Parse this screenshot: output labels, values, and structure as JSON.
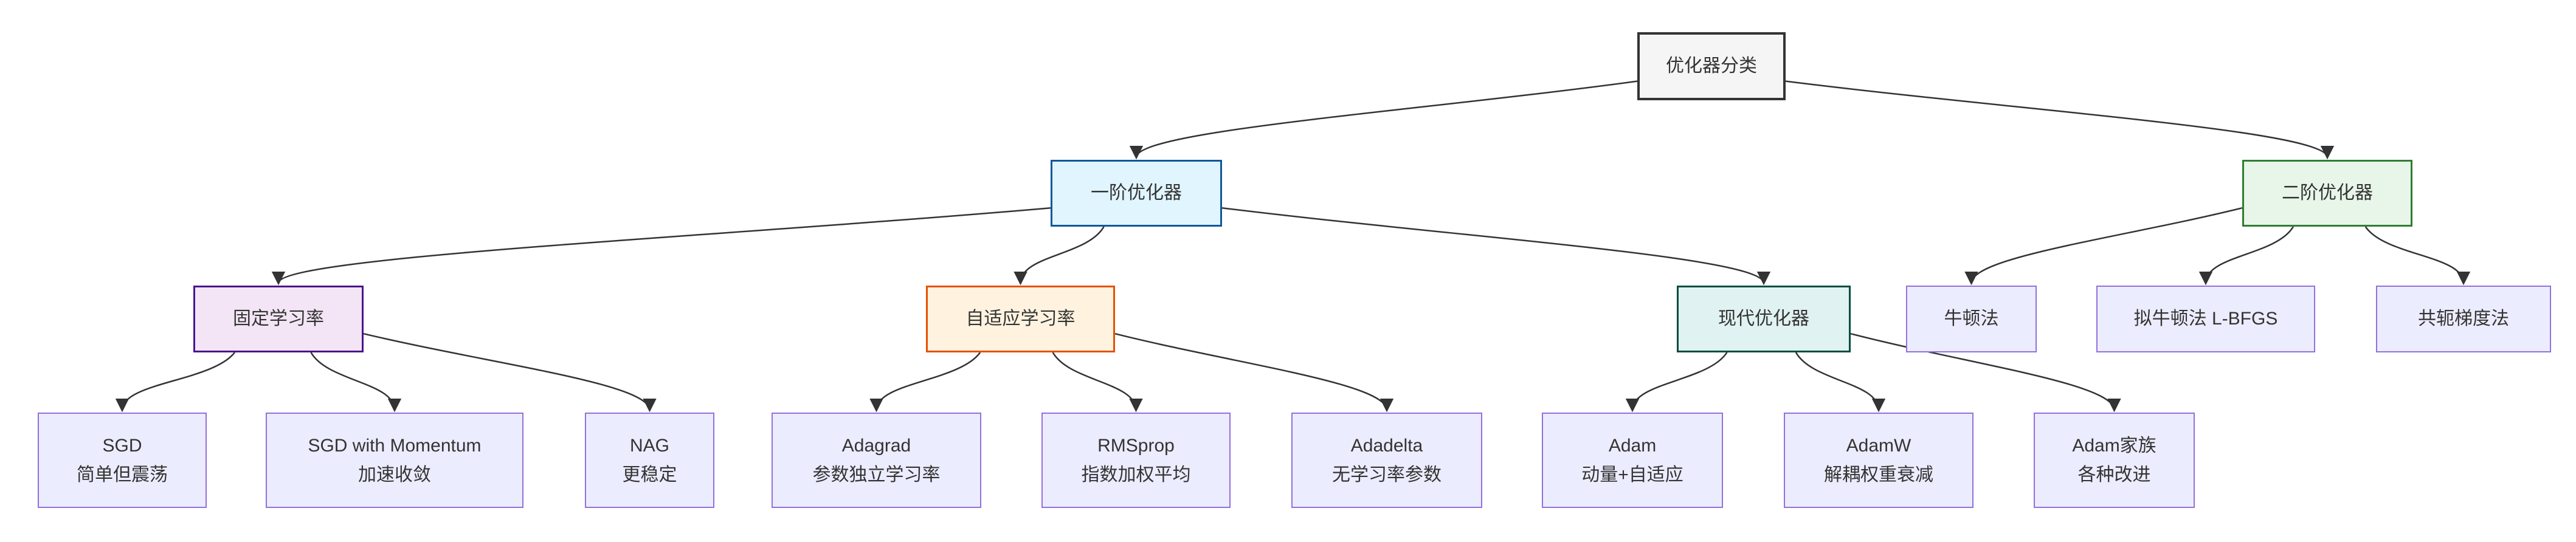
{
  "diagram": {
    "type": "flowchart-tree",
    "direction": "top-down",
    "background": "#ffffff",
    "edge_color": "#333333",
    "text_color": "#333333",
    "nodes": [
      {
        "id": "root",
        "lines": [
          "优化器分类"
        ],
        "style": "root"
      },
      {
        "id": "first",
        "lines": [
          "一阶优化器"
        ],
        "style": "blue"
      },
      {
        "id": "second",
        "lines": [
          "二阶优化器"
        ],
        "style": "green"
      },
      {
        "id": "fixed",
        "lines": [
          "固定学习率"
        ],
        "style": "purple"
      },
      {
        "id": "adaptive",
        "lines": [
          "自适应学习率"
        ],
        "style": "orange"
      },
      {
        "id": "modern",
        "lines": [
          "现代优化器"
        ],
        "style": "teal"
      },
      {
        "id": "newton",
        "lines": [
          "牛顿法"
        ],
        "style": "default"
      },
      {
        "id": "quasi",
        "lines": [
          "拟牛顿法 L-BFGS"
        ],
        "style": "default"
      },
      {
        "id": "conjugate",
        "lines": [
          "共轭梯度法"
        ],
        "style": "default"
      },
      {
        "id": "sgd",
        "lines": [
          "SGD",
          "简单但震荡"
        ],
        "style": "default"
      },
      {
        "id": "momentum",
        "lines": [
          "SGD with Momentum",
          "加速收敛"
        ],
        "style": "default"
      },
      {
        "id": "nag",
        "lines": [
          "NAG",
          "更稳定"
        ],
        "style": "default"
      },
      {
        "id": "adagrad",
        "lines": [
          "Adagrad",
          "参数独立学习率"
        ],
        "style": "default"
      },
      {
        "id": "rmsprop",
        "lines": [
          "RMSprop",
          "指数加权平均"
        ],
        "style": "default"
      },
      {
        "id": "adadelta",
        "lines": [
          "Adadelta",
          "无学习率参数"
        ],
        "style": "default"
      },
      {
        "id": "adam",
        "lines": [
          "Adam",
          "动量+自适应"
        ],
        "style": "default"
      },
      {
        "id": "adamw",
        "lines": [
          "AdamW",
          "解耦权重衰减"
        ],
        "style": "default"
      },
      {
        "id": "adamfamily",
        "lines": [
          "Adam家族",
          "各种改进"
        ],
        "style": "default"
      }
    ],
    "edges": [
      {
        "from": "root",
        "to": "first"
      },
      {
        "from": "root",
        "to": "second"
      },
      {
        "from": "first",
        "to": "fixed"
      },
      {
        "from": "first",
        "to": "adaptive"
      },
      {
        "from": "first",
        "to": "modern"
      },
      {
        "from": "second",
        "to": "newton"
      },
      {
        "from": "second",
        "to": "quasi"
      },
      {
        "from": "second",
        "to": "conjugate"
      },
      {
        "from": "fixed",
        "to": "sgd"
      },
      {
        "from": "fixed",
        "to": "momentum"
      },
      {
        "from": "fixed",
        "to": "nag"
      },
      {
        "from": "adaptive",
        "to": "adagrad"
      },
      {
        "from": "adaptive",
        "to": "rmsprop"
      },
      {
        "from": "adaptive",
        "to": "adadelta"
      },
      {
        "from": "modern",
        "to": "adam"
      },
      {
        "from": "modern",
        "to": "adamw"
      },
      {
        "from": "modern",
        "to": "adamfamily"
      }
    ],
    "palette": {
      "root": {
        "fill": "#f5f5f5",
        "stroke": "#333333"
      },
      "blue": {
        "fill": "#e1f5fe",
        "stroke": "#0d579b"
      },
      "green": {
        "fill": "#e8f5e9",
        "stroke": "#2e7d32"
      },
      "purple": {
        "fill": "#f3e5f5",
        "stroke": "#4a148c"
      },
      "orange": {
        "fill": "#fff3e0",
        "stroke": "#e65100"
      },
      "teal": {
        "fill": "#e0f2f1",
        "stroke": "#004d40"
      },
      "default": {
        "fill": "#ececff",
        "stroke": "#9370db"
      }
    }
  }
}
